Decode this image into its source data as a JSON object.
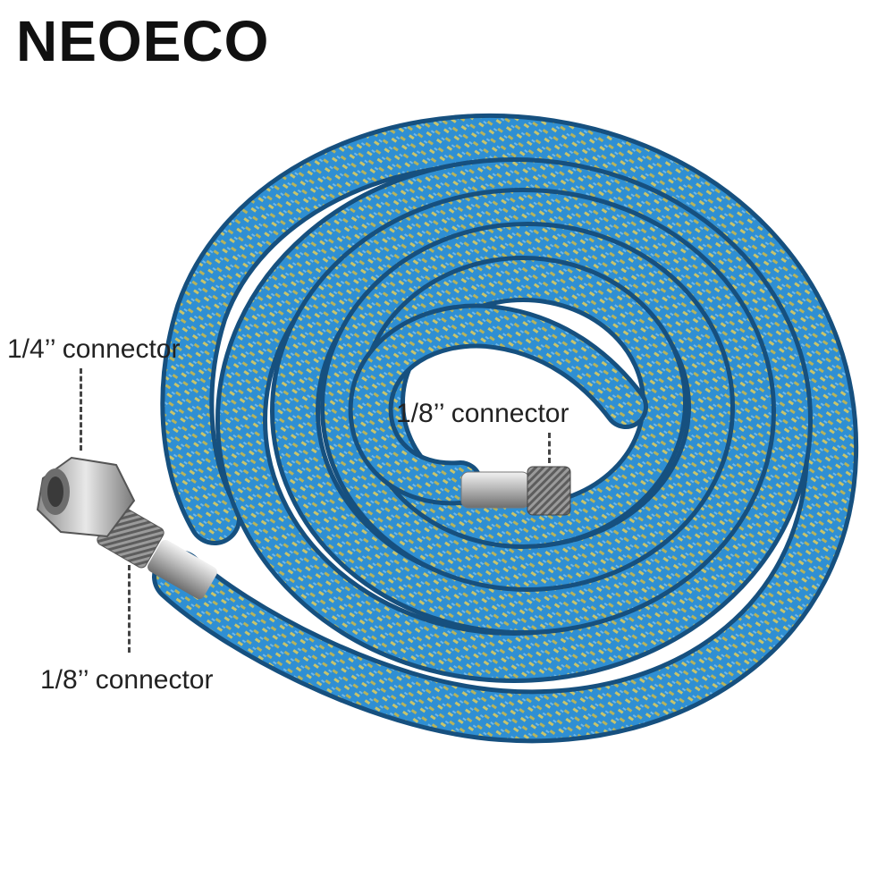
{
  "brand": {
    "name": "NEOECO"
  },
  "labels": {
    "quarter_inch": "1/4’’ connector",
    "eighth_inch_inner": "1/8’’ connector",
    "eighth_inch_outer": "1/8’’ connector"
  },
  "colors": {
    "hose_blue": "#2f8fd3",
    "hose_dark": "#1d6aa8",
    "braid_yellow": "#c9c46a",
    "metal": "#c8c8c8"
  }
}
